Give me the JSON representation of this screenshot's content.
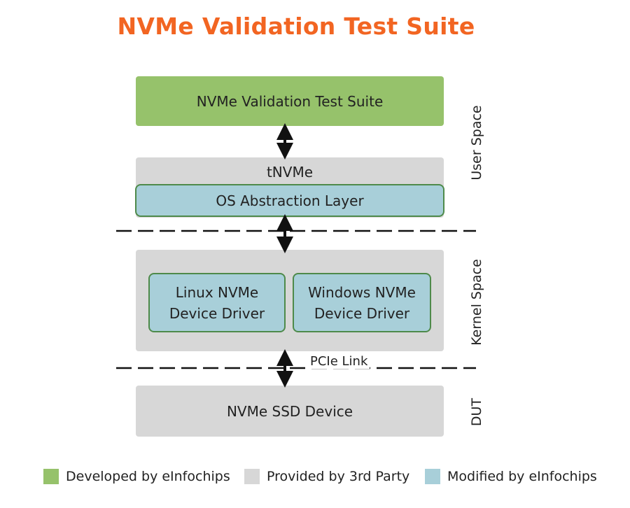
{
  "title": "NVMe Validation Test Suite",
  "blocks": {
    "suite": "NVMe Validation Test Suite",
    "tnvme": "tNVMe",
    "osal": "OS Abstraction Layer",
    "linux_driver": "Linux NVMe\nDevice Driver",
    "windows_driver": "Windows NVMe\nDevice Driver",
    "ssd": "NVMe SSD Device"
  },
  "regions": {
    "user_space": "User Space",
    "kernel_space": "Kernel Space",
    "dut": "DUT"
  },
  "link_label": "PCIe Link",
  "legend": [
    {
      "label": "Developed by eInfochips",
      "color": "#96c26b"
    },
    {
      "label": "Provided by 3rd Party",
      "color": "#d7d7d7"
    },
    {
      "label": "Modified by eInfochips",
      "color": "#a8cfd9"
    }
  ],
  "colors": {
    "title": "#f26522",
    "developed": "#96c26b",
    "third_party": "#d7d7d7",
    "modified": "#a8cfd9",
    "modified_border": "#4e8a4a"
  }
}
